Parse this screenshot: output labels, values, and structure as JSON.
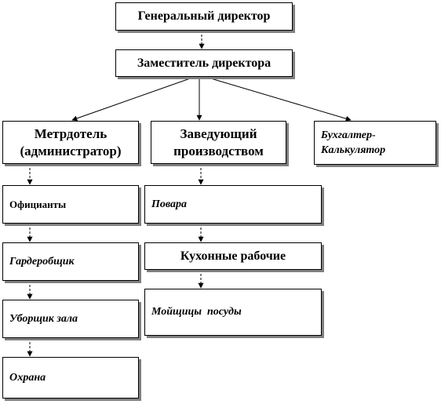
{
  "nodes": {
    "general_director": "Генеральный директор",
    "deputy_director": "Заместитель директора",
    "maitre_d": "Метрдотель (администратор)",
    "production_manager": "Заведующий производством",
    "accountant": "Бухгалтер-Калькулятор",
    "waiters": "Официанты",
    "cloakroom": "Гардеробщик",
    "hall_cleaner": "Уборщик зала",
    "security": "Охрана",
    "cooks": "Повара",
    "kitchen_workers": "Кухонные рабочие",
    "dishwashers": "Мойщицы  посуды"
  },
  "colors": {
    "border": "#000000",
    "shadow": "#808080",
    "background": "#ffffff"
  }
}
